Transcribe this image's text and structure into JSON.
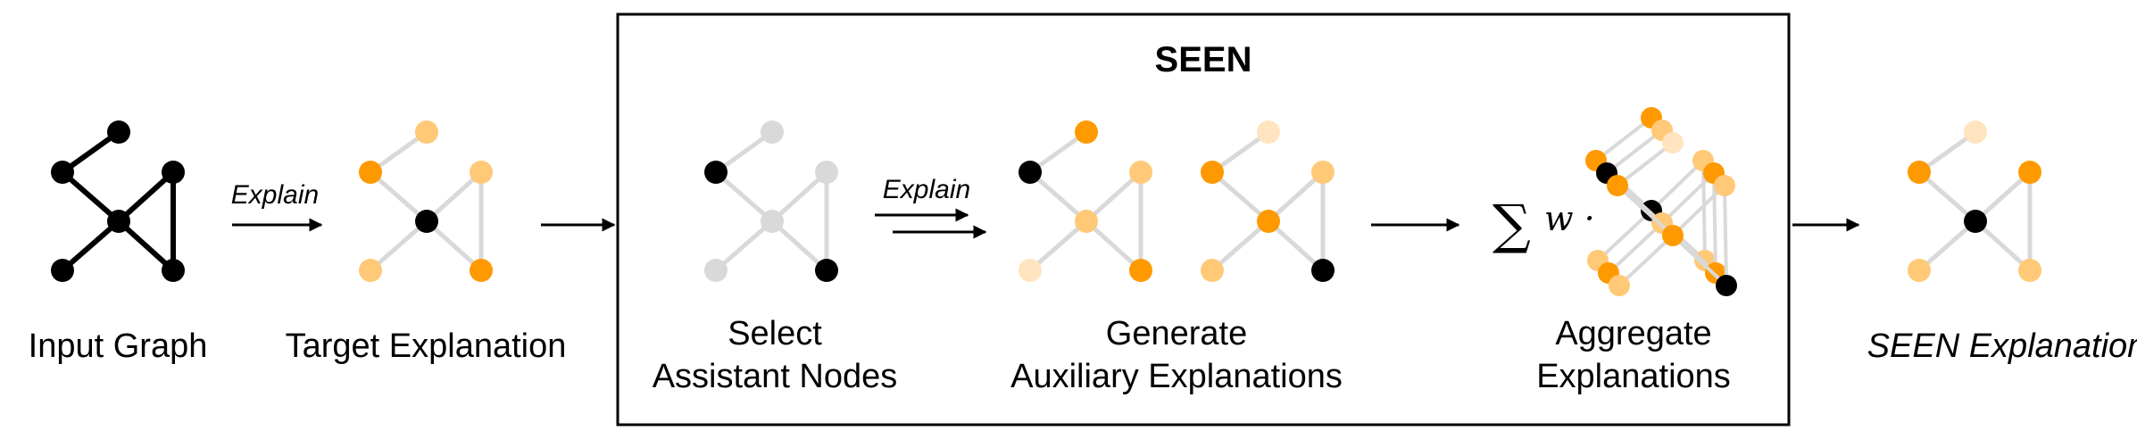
{
  "colors": {
    "black": "#000000",
    "orange": "#ff9900",
    "light_orange": "#ffc978",
    "pale_orange": "#ffe4bf",
    "gray": "#d9d9d9"
  },
  "labels": {
    "input_graph": "Input Graph",
    "target_explanation": "Target Explanation",
    "select_line1": "Select",
    "select_line2": "Assistant Nodes",
    "generate_line1": "Generate",
    "generate_line2": "Auxiliary Explanations",
    "aggregate_line1": "Aggregate",
    "aggregate_line2": "Explanations",
    "seen_explanation": "SEEN Explanation",
    "explain_1": "Explain",
    "explain_2": "Explain",
    "seen_title": "SEEN",
    "sigma": "∑",
    "weight": "w ·"
  },
  "graphs": {
    "input_graph": {
      "edges": [
        [
          "k",
          "k",
          "k",
          "k",
          "k",
          "k"
        ]
      ],
      "node_colors": [
        "black",
        "black",
        "black",
        "black",
        "black",
        "black"
      ]
    },
    "target_explanation": {
      "node_colors": [
        "light_orange",
        "orange",
        "light_orange",
        "black",
        "light_orange",
        "orange"
      ]
    },
    "select_assistant_nodes": {
      "node_colors": [
        "gray",
        "black",
        "gray",
        "gray",
        "gray",
        "black"
      ]
    },
    "auxiliary_explanation_1": {
      "node_colors": [
        "orange",
        "black",
        "light_orange",
        "light_orange",
        "pale_orange",
        "orange"
      ]
    },
    "auxiliary_explanation_2": {
      "node_colors": [
        "pale_orange",
        "orange",
        "light_orange",
        "orange",
        "light_orange",
        "black"
      ]
    },
    "seen_explanation": {
      "node_colors": [
        "pale_orange",
        "orange",
        "orange",
        "black",
        "light_orange",
        "light_orange"
      ]
    }
  }
}
